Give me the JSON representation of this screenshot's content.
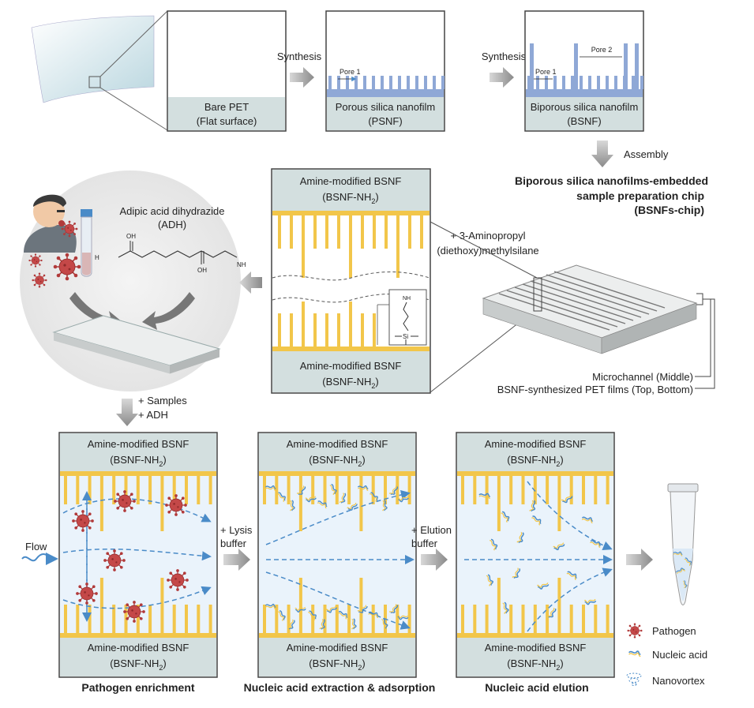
{
  "top": {
    "bare_pet_1": "Bare PET",
    "bare_pet_2": "(Flat surface)",
    "synthesis_1": "Synthesis",
    "synthesis_2": "Synthesis",
    "pore1_a": "Pore 1",
    "pore1_b": "Pore 1",
    "pore2": "Pore 2",
    "psnf_1": "Porous silica nanofilm",
    "psnf_2": "(PSNF)",
    "bsnf_1": "Biporous silica nanofilm",
    "bsnf_2": "(BSNF)",
    "assembly": "Assembly",
    "chip_1": "Biporous silica nanofilms-embedded",
    "chip_2": "sample preparation chip",
    "chip_3": "(BSNFs-chip)"
  },
  "middle": {
    "amine_top_1": "Amine-modified BSNF",
    "amine_top_2": "(BSNF-NH",
    "amine_bot_1": "Amine-modified BSNF",
    "amine_bot_2": "(BSNF-NH",
    "sub2": "2",
    "reagent_1": "+ 3-Aminopropyl",
    "reagent_2": "(diethoxy)methylsilane",
    "nh2": "NH",
    "si": "Si",
    "microchannel": "Microchannel (Middle)",
    "pet_films": "BSNF-synthesized PET films (Top, Bottom)",
    "adh_1": "Adipic acid dihydrazide",
    "adh_2": "(ADH)",
    "oh": "OH",
    "h2n": "H",
    "nh2_right": "NH",
    "samples": "+ Samples",
    "adh_add": "+ ADH"
  },
  "bottom": {
    "panel_top_1": "Amine-modified BSNF",
    "panel_top_2": "(BSNF-NH",
    "panel_bot_1": "Amine-modified BSNF",
    "panel_bot_2": "(BSNF-NH",
    "sub2": "2",
    "flow": "Flow",
    "lysis_1": "+ Lysis",
    "lysis_2": "buffer",
    "elution_1": "+ Elution",
    "elution_2": "buffer",
    "caption_1": "Pathogen enrichment",
    "caption_2": "Nucleic acid extraction & adsorption",
    "caption_3": "Nucleic acid elution",
    "legend_pathogen": "Pathogen",
    "legend_nucleic": "Nucleic acid",
    "legend_nanovortex": "Nanovortex"
  },
  "colors": {
    "film_blue": "#8fa8d6",
    "substrate": "#d3dfdf",
    "amine_yellow": "#f2c64a",
    "pathogen_red": "#b13a3a",
    "arrow_blue": "#4a8bc8"
  }
}
